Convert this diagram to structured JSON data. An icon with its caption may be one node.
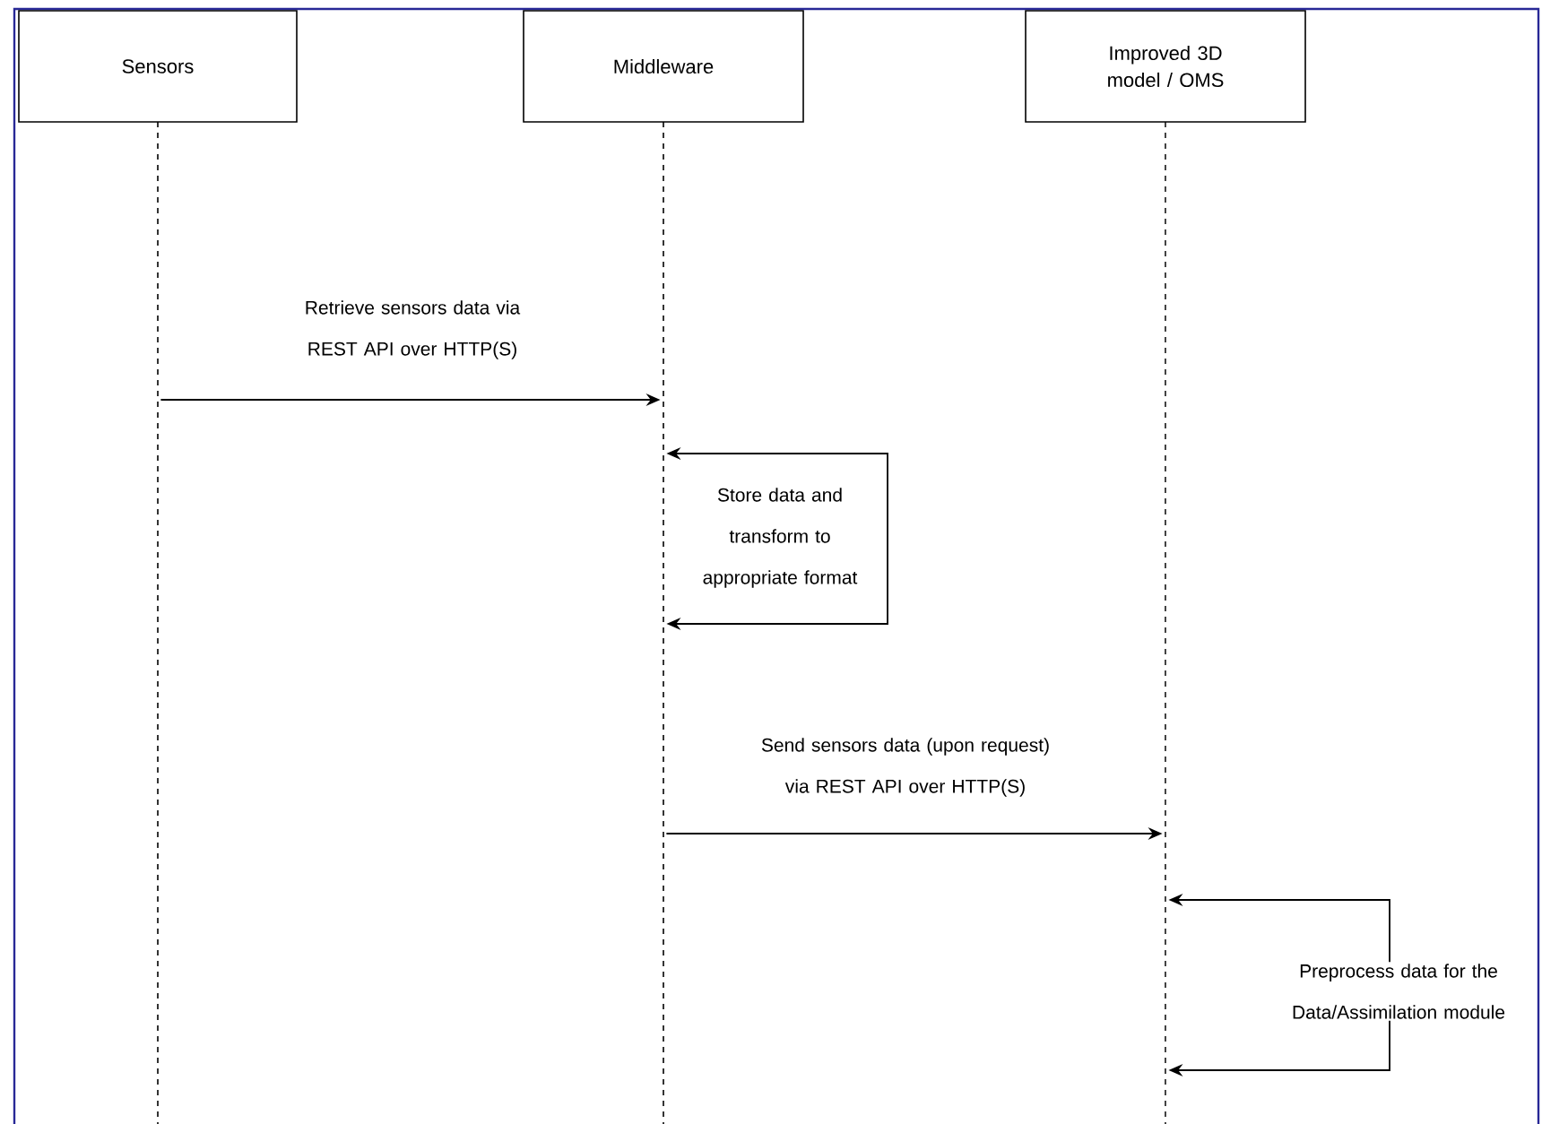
{
  "diagram": {
    "nodes": [
      {
        "text": [
          "Sensors"
        ]
      },
      {
        "text": [
          "Middleware"
        ]
      },
      {
        "text": [
          "Improved 3D model / OMS"
        ]
      },
      {
        "text": [],
        "shape": "line"
      },
      {
        "text": [],
        "shape": "line"
      },
      {
        "text": [],
        "shape": "line"
      }
    ],
    "edges": [
      {
        "from": 3,
        "to": 4,
        "arrow": "to",
        "label": "Retrieve sensors data via REST API over HTTP(S)"
      },
      {
        "from": 4,
        "to": 4,
        "arrow": "both",
        "label": "Store data and transform to appropriate format"
      },
      {
        "from": 4,
        "to": 5,
        "arrow": "to",
        "label": "Send sensors data (upon request) via REST API over HTTP(S)"
      },
      {
        "from": 5,
        "to": 5,
        "arrow": "both",
        "label": "Preprocess data for the Data/Assimilation module"
      }
    ]
  }
}
